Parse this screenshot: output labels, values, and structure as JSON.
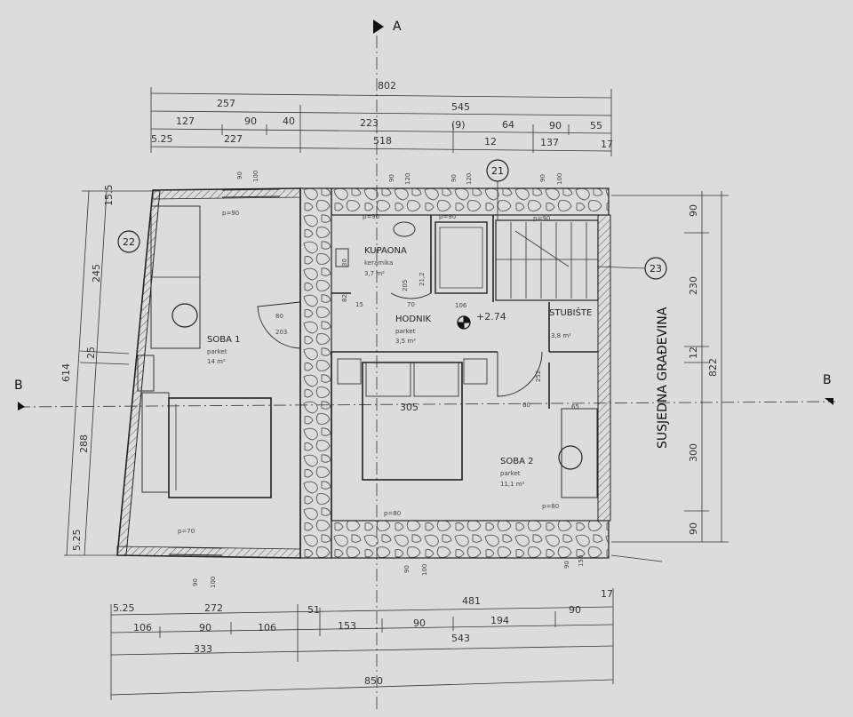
{
  "section_markers": {
    "a": "A",
    "b_left": "B",
    "b_right": "B"
  },
  "top_dims": {
    "total": "802",
    "row1": [
      "257",
      "545"
    ],
    "row2": [
      "127",
      "90",
      "40",
      "223",
      "(9)",
      "64",
      "90",
      "55"
    ],
    "row3": [
      "5.25",
      "227",
      "518",
      "12",
      "137",
      "17"
    ]
  },
  "bottom_dims": {
    "row1": [
      "5.25",
      "272",
      "51",
      "481",
      "90",
      "17"
    ],
    "row2": [
      "106",
      "90",
      "106",
      "153",
      "90",
      "194"
    ],
    "row3": [
      "333",
      "543"
    ],
    "total": "850"
  },
  "left_dims": [
    "614",
    "245",
    "25",
    "288",
    "5.25",
    "15.5"
  ],
  "right_dims": [
    "90",
    "230",
    "12",
    "300",
    "90",
    "822"
  ],
  "circle_tags": [
    "22",
    "21",
    "23"
  ],
  "rooms": {
    "soba1": {
      "name": "SOBA 1",
      "floor": "parket",
      "area": "14 m²",
      "note": "p=90"
    },
    "soba2": {
      "name": "SOBA 2",
      "floor": "parket",
      "area": "11,1 m²"
    },
    "kupaona": {
      "name": "KUPAONA",
      "floor": "keramika",
      "area": "3,7 m²"
    },
    "hodnik": {
      "name": "HODNIK",
      "floor": "parket",
      "area": "3,5 m²"
    },
    "stubiste": {
      "name": "STUBIŠTE",
      "area": "3,8 m²"
    }
  },
  "level": "+2.74",
  "neighbor": "SUSJEDNA GRAĐEVINA",
  "inner_labels": {
    "bed_width": "305",
    "hall_width": "106",
    "door_80": "80",
    "hall_203": "203",
    "w90a": "90",
    "w120a": "120",
    "w90b": "90",
    "w120b": "120",
    "w90c": "90",
    "w100c": "100",
    "w90d": "90",
    "w100d": "100",
    "w90e": "90",
    "w100e": "100",
    "w90f": "90",
    "w150f": "150",
    "p70": "p=70",
    "p80a": "p=80",
    "p80b": "p=80",
    "p90a": "p=90",
    "p90b": "p=90",
    "p90c": "p=90",
    "d60": "60",
    "d70": "70",
    "d82": "82",
    "d15": "15",
    "d65": "65",
    "d252": "252",
    "d205": "205",
    "d212": "21,2",
    "d30": "30"
  }
}
